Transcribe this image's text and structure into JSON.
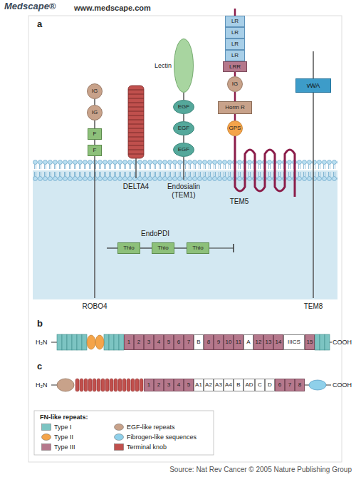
{
  "diagram": {
    "nodes": [
      {
        "text": [
          "IG"
        ]
      },
      {
        "text": [
          "IG"
        ]
      },
      {
        "text": [
          "F"
        ]
      },
      {
        "text": [
          "F"
        ]
      },
      {
        "text": [
          "Lectin"
        ]
      },
      {
        "text": [
          "EGF"
        ]
      },
      {
        "text": [
          "EGF"
        ]
      },
      {
        "text": [
          "EGF"
        ]
      },
      {
        "text": [
          "LR"
        ]
      },
      {
        "text": [
          "LR"
        ]
      },
      {
        "text": [
          "LR"
        ]
      },
      {
        "text": [
          "LR"
        ]
      },
      {
        "text": [
          "LRR"
        ]
      },
      {
        "text": [
          "IG"
        ]
      },
      {
        "text": [
          "Horm R"
        ]
      },
      {
        "text": [
          "GPS"
        ]
      },
      {
        "text": [
          "vWA"
        ]
      },
      {
        "text": [
          "Thio"
        ]
      },
      {
        "text": [
          "Thio"
        ]
      },
      {
        "text": [
          "Thio"
        ]
      },
      {
        "text": [
          "1"
        ]
      },
      {
        "text": [
          "2"
        ]
      },
      {
        "text": [
          "3"
        ]
      },
      {
        "text": [
          "4"
        ]
      },
      {
        "text": [
          "5"
        ]
      },
      {
        "text": [
          "6"
        ]
      },
      {
        "text": [
          "7"
        ]
      },
      {
        "text": [
          "B"
        ]
      },
      {
        "text": [
          "8"
        ]
      },
      {
        "text": [
          "9"
        ]
      },
      {
        "text": [
          "10"
        ]
      },
      {
        "text": [
          "11"
        ]
      },
      {
        "text": [
          "A"
        ]
      },
      {
        "text": [
          "12"
        ]
      },
      {
        "text": [
          "13"
        ]
      },
      {
        "text": [
          "14"
        ]
      },
      {
        "text": [
          "IIICS"
        ]
      },
      {
        "text": [
          "15"
        ]
      },
      {
        "text": [
          "1"
        ]
      },
      {
        "text": [
          "2"
        ]
      },
      {
        "text": [
          "3"
        ]
      },
      {
        "text": [
          "4"
        ]
      },
      {
        "text": [
          "5"
        ]
      },
      {
        "text": [
          "A1"
        ]
      },
      {
        "text": [
          "A2"
        ]
      },
      {
        "text": [
          "A3"
        ]
      },
      {
        "text": [
          "A4"
        ]
      },
      {
        "text": [
          "B"
        ]
      },
      {
        "text": [
          "AD"
        ]
      },
      {
        "text": [
          "C"
        ]
      },
      {
        "text": [
          "D"
        ]
      },
      {
        "text": [
          "6"
        ]
      },
      {
        "text": [
          "7"
        ]
      },
      {
        "text": [
          "8"
        ]
      }
    ],
    "edges": [
      {
        "from": 0,
        "to": 1,
        "arrow": "none"
      },
      {
        "from": 1,
        "to": 2,
        "arrow": "none"
      },
      {
        "from": 2,
        "to": 3,
        "arrow": "none"
      },
      {
        "from": 4,
        "to": 5,
        "arrow": "none"
      },
      {
        "from": 5,
        "to": 6,
        "arrow": "none"
      },
      {
        "from": 6,
        "to": 7,
        "arrow": "none"
      },
      {
        "from": 12,
        "to": 13,
        "arrow": "none"
      },
      {
        "from": 13,
        "to": 14,
        "arrow": "none"
      },
      {
        "from": 14,
        "to": 15,
        "arrow": "none"
      },
      {
        "from": 17,
        "to": 18,
        "arrow": "none"
      },
      {
        "from": 18,
        "to": 19,
        "arrow": "none"
      }
    ],
    "labels": [
      "Medscape®",
      "www.medscape.com",
      "a",
      "ROBO4",
      "DELTA4",
      "Endosialin (TEM1)",
      "TEM5",
      "EndoPDI",
      "TEM8",
      "b",
      "H₂N",
      "COOH",
      "c",
      "H₂N",
      "COOH",
      "FN-like repeats:",
      "Source: Nat Rev Cancer © 2005 Nature Publishing Group"
    ],
    "legend": [
      {
        "text": "Type I",
        "color": "#7cc4c2"
      },
      {
        "text": "Type II",
        "color": "#f4a44a"
      },
      {
        "text": "Type III",
        "color": "#b5788c"
      },
      {
        "text": "EGF-like repeats",
        "color": "#c8a28a"
      },
      {
        "text": "Fibrogen-like sequences",
        "color": "#8fd0ea"
      },
      {
        "text": "Terminal knob",
        "color": "#c0504d"
      }
    ]
  }
}
